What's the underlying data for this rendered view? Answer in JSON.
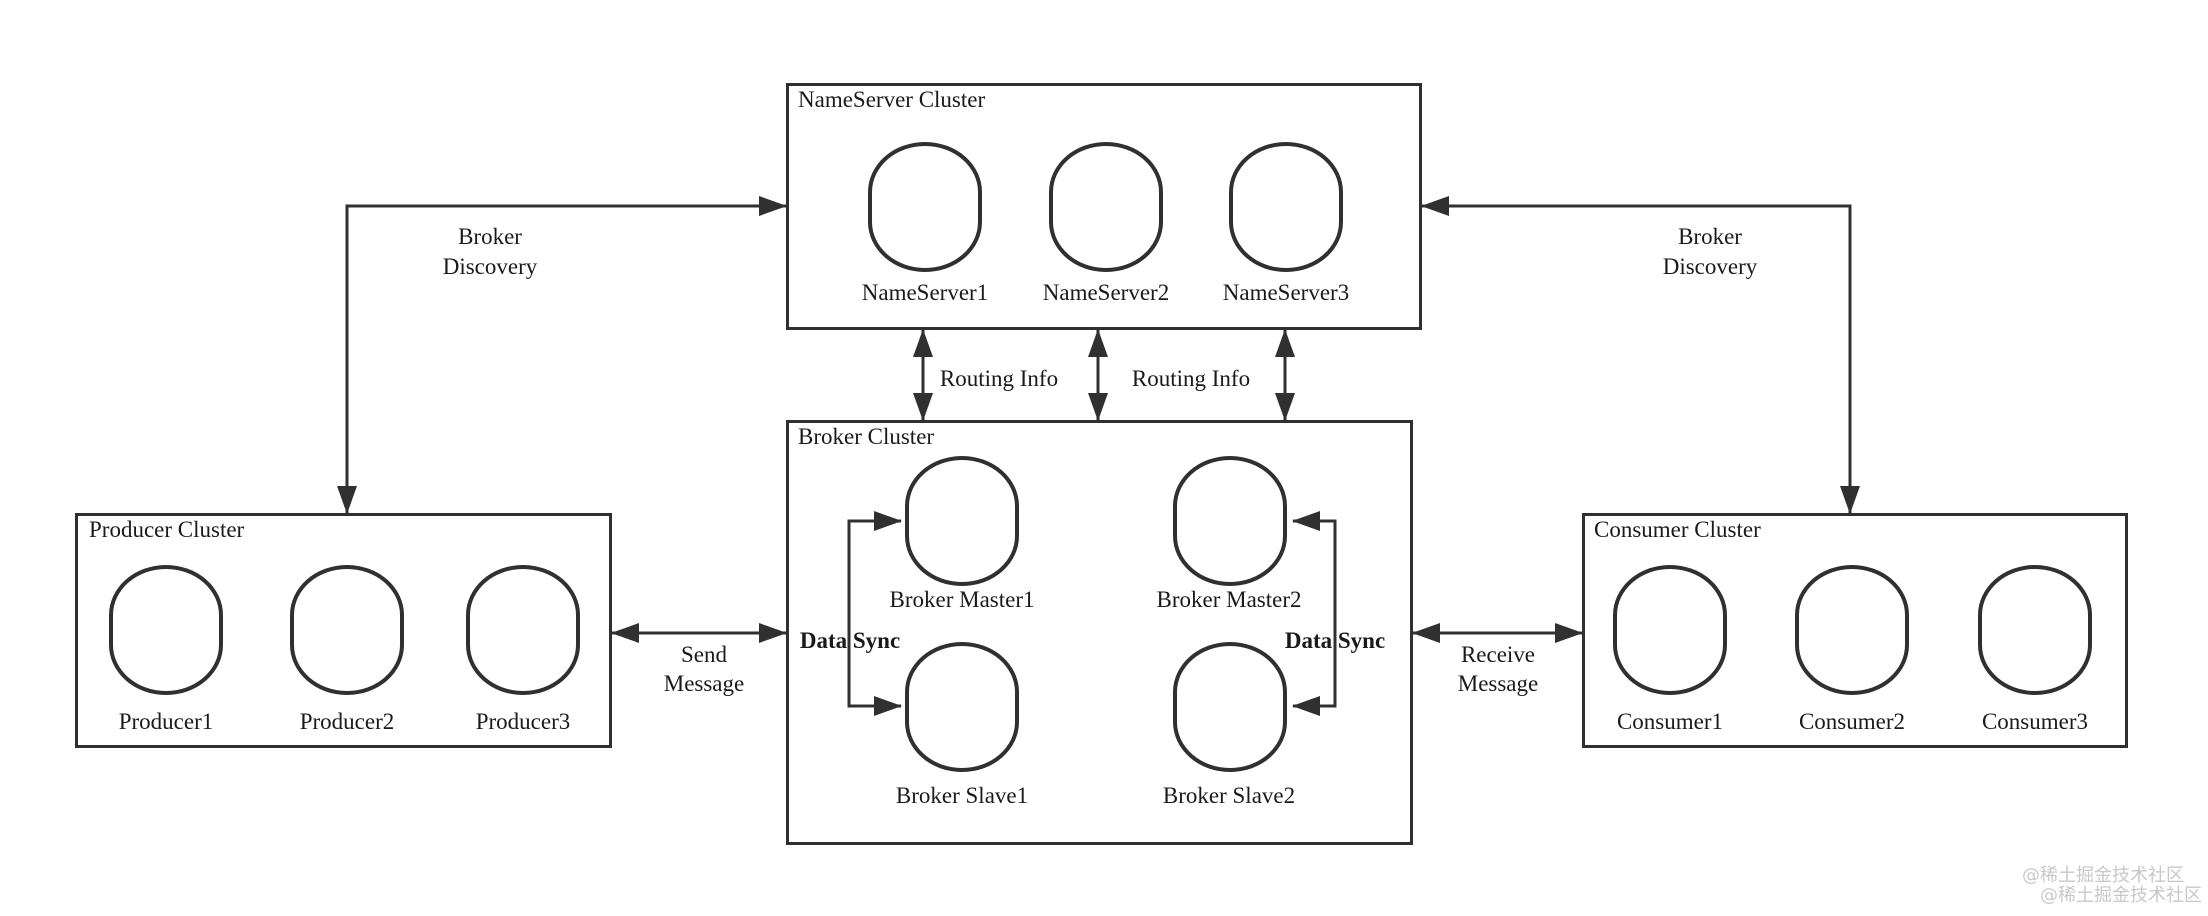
{
  "diagram": {
    "colors": {
      "line": "#303030",
      "text": "#1a1a1a",
      "watermark": "#c8c8c8",
      "background": "#ffffff"
    },
    "clusters": {
      "nameserver": {
        "title": "NameServer Cluster",
        "nodes": [
          "NameServer1",
          "NameServer2",
          "NameServer3"
        ]
      },
      "broker": {
        "title": "Broker Cluster",
        "nodes": [
          "Broker Master1",
          "Broker Master2",
          "Broker Slave1",
          "Broker Slave2"
        ]
      },
      "producer": {
        "title": "Producer Cluster",
        "nodes": [
          "Producer1",
          "Producer2",
          "Producer3"
        ]
      },
      "consumer": {
        "title": "Consumer Cluster",
        "nodes": [
          "Consumer1",
          "Consumer2",
          "Consumer3"
        ]
      }
    },
    "edge_labels": {
      "broker_discovery_left": {
        "line1": "Broker",
        "line2": "Discovery"
      },
      "broker_discovery_right": {
        "line1": "Broker",
        "line2": "Discovery"
      },
      "routing_info_left": "Routing Info",
      "routing_info_right": "Routing Info",
      "send_message": {
        "line1": "Send",
        "line2": "Message"
      },
      "receive_message": {
        "line1": "Receive",
        "line2": "Message"
      },
      "data_sync_left": "Data Sync",
      "data_sync_right": "Data Sync"
    },
    "watermark": [
      "@稀土掘金技术社区",
      "@稀土掘金技术社区"
    ]
  }
}
